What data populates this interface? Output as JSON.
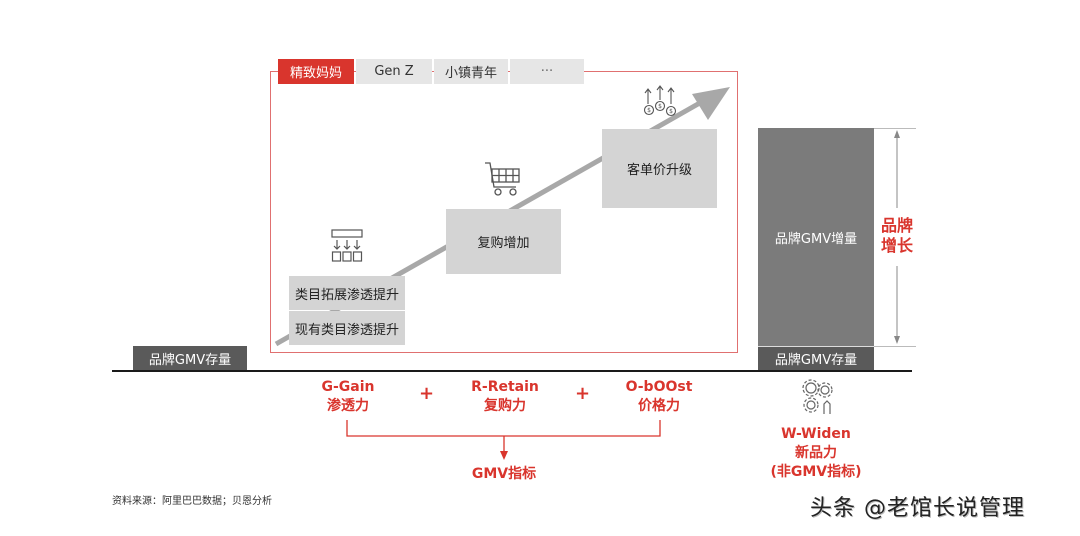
{
  "segments": {
    "tabs": [
      {
        "label": "精致妈妈",
        "active": true
      },
      {
        "label": "Gen Z",
        "active": false
      },
      {
        "label": "小镇青年",
        "active": false
      },
      {
        "label": "···",
        "active": false
      }
    ]
  },
  "steps": {
    "penetration": {
      "icon": "category-distribution-icon",
      "label_top": "类目拓展渗透提升",
      "label_bottom": "现有类目渗透提升"
    },
    "repurchase": {
      "icon": "shopping-cart-icon",
      "label": "复购增加"
    },
    "price": {
      "icon": "money-rising-icon",
      "label": "客单价升级"
    }
  },
  "left_stock": {
    "label": "品牌GMV存量"
  },
  "right_bar": {
    "increment_label": "品牌GMV增量",
    "stock_label": "品牌GMV存量",
    "growth_label_line1": "品牌",
    "growth_label_line2": "增长"
  },
  "formula": {
    "g": {
      "en": "G-Gain",
      "cn": "渗透力"
    },
    "plus1": "+",
    "r": {
      "en": "R-Retain",
      "cn": "复购力"
    },
    "plus2": "+",
    "o": {
      "en": "O-bOOst",
      "cn": "价格力"
    },
    "result": "GMV指标"
  },
  "widen": {
    "icon": "gears-icon",
    "en": "W-Widen",
    "cn": "新品力",
    "note": "(非GMV指标)"
  },
  "footer": {
    "source": "资料来源：阿里巴巴数据；贝恩分析",
    "watermark": "头条 @老馆长说管理"
  },
  "colors": {
    "accent_red": "#d9352d",
    "frame_red": "#e07070",
    "box_gray": "#d4d4d4",
    "bar_gray": "#7b7b7b",
    "stock_gray": "#5a5a5a",
    "arrow_gray": "#a8a8a8"
  }
}
